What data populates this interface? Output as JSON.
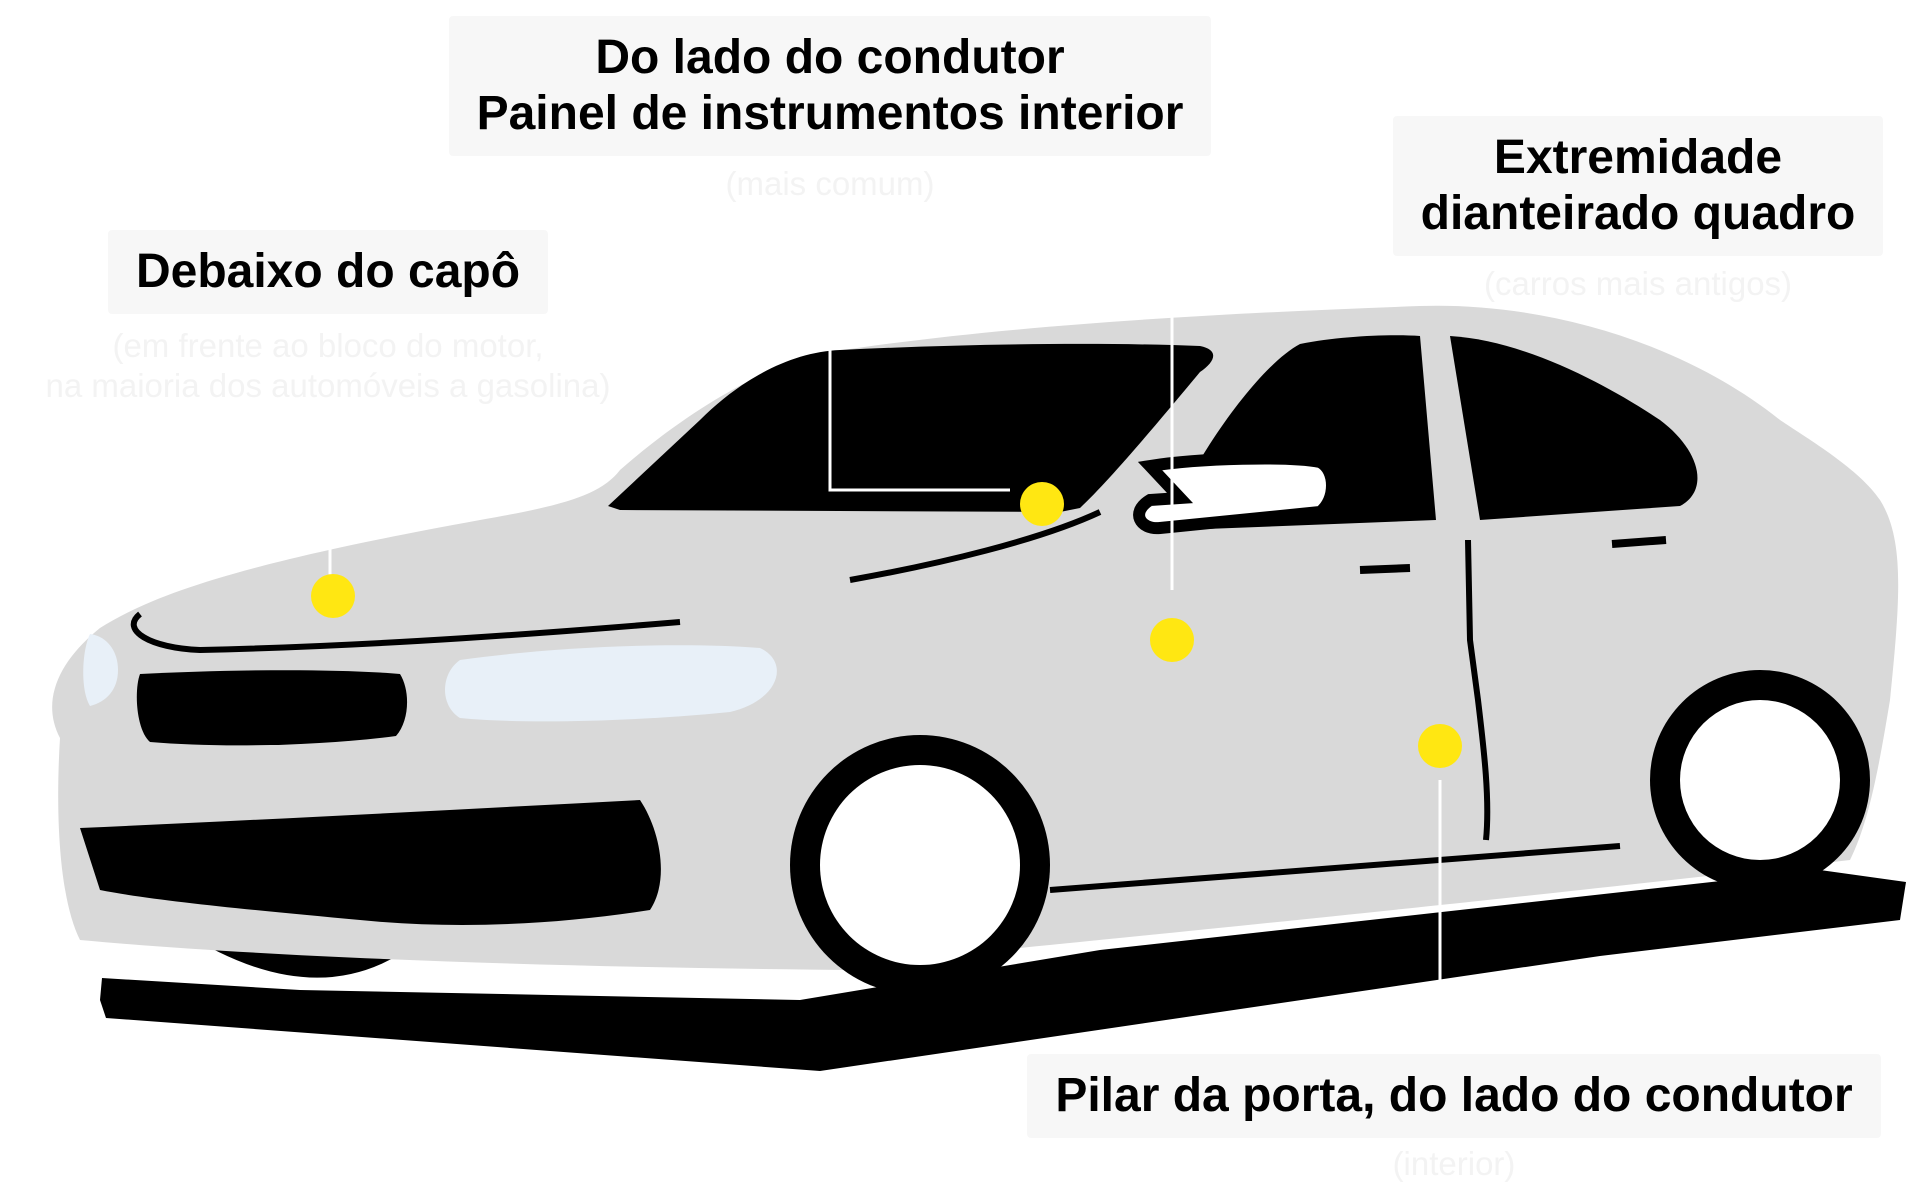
{
  "callouts": {
    "dashboard": {
      "title_line1": "Do lado do condutor",
      "title_line2": "Painel de instrumentos interior",
      "note": "(mais comum)"
    },
    "frame": {
      "title_line1": "Extremidade",
      "title_line2": "dianteirado quadro",
      "note": "(carros mais antigos)"
    },
    "hood": {
      "title": "Debaixo do capô",
      "note_line1": "(em frente ao bloco do motor,",
      "note_line2": "na maioria dos automóveis a gasolina)"
    },
    "door_pillar": {
      "title": "Pilar da porta, do lado do condutor",
      "note": "(interior)"
    }
  },
  "colors": {
    "body": "#d9d9d9",
    "dark": "#000000",
    "marker": "#ffe712",
    "headlight": "#e8f0f8",
    "label_bg": "#f7f7f7"
  }
}
